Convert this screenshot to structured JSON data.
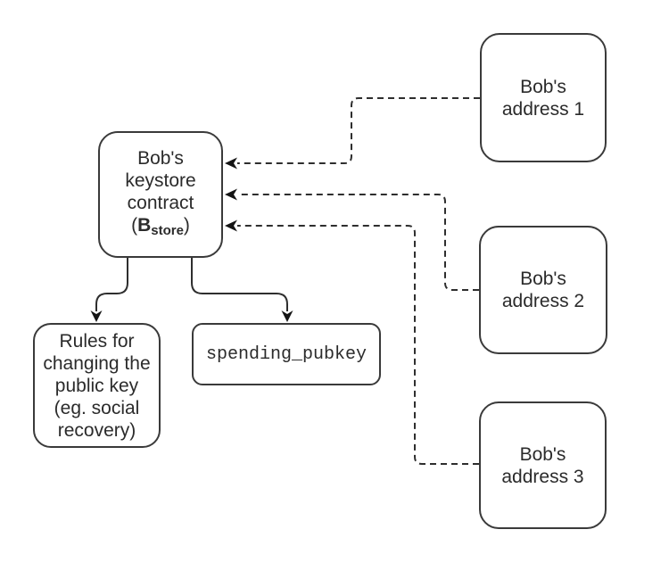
{
  "colors": {
    "background": "#ffffff",
    "box_border": "#3a3a3a",
    "text": "#2b2b2b",
    "edge_stroke": "#2e2e2e",
    "arrowhead_fill": "#141414"
  },
  "nodes": {
    "keystore": {
      "line1": "Bob's",
      "line2": "keystore",
      "line3": "contract",
      "formula_open": "(",
      "formula_base": "B",
      "formula_sub": "store",
      "formula_close": ")"
    },
    "address1": {
      "line1": "Bob's",
      "line2": "address 1"
    },
    "address2": {
      "line1": "Bob's",
      "line2": "address 2"
    },
    "address3": {
      "line1": "Bob's",
      "line2": "address 3"
    },
    "rules": {
      "line1": "Rules for",
      "line2": "changing the",
      "line3": "public key",
      "line4": "(eg. social",
      "line5": "recovery)"
    },
    "spending": {
      "label": "spending_pubkey"
    }
  },
  "edges": [
    {
      "from": "bobs-address-1",
      "to": "keystore-contract",
      "style": "dashed",
      "arrowhead_at": "keystore-contract"
    },
    {
      "from": "bobs-address-2",
      "to": "keystore-contract",
      "style": "dashed",
      "arrowhead_at": "keystore-contract"
    },
    {
      "from": "bobs-address-3",
      "to": "keystore-contract",
      "style": "dashed",
      "arrowhead_at": "keystore-contract"
    },
    {
      "from": "keystore-contract",
      "to": "rules-for-changing-public-key",
      "style": "solid",
      "arrowhead_at": "rules-for-changing-public-key"
    },
    {
      "from": "keystore-contract",
      "to": "spending-pubkey",
      "style": "solid",
      "arrowhead_at": "spending-pubkey"
    }
  ]
}
